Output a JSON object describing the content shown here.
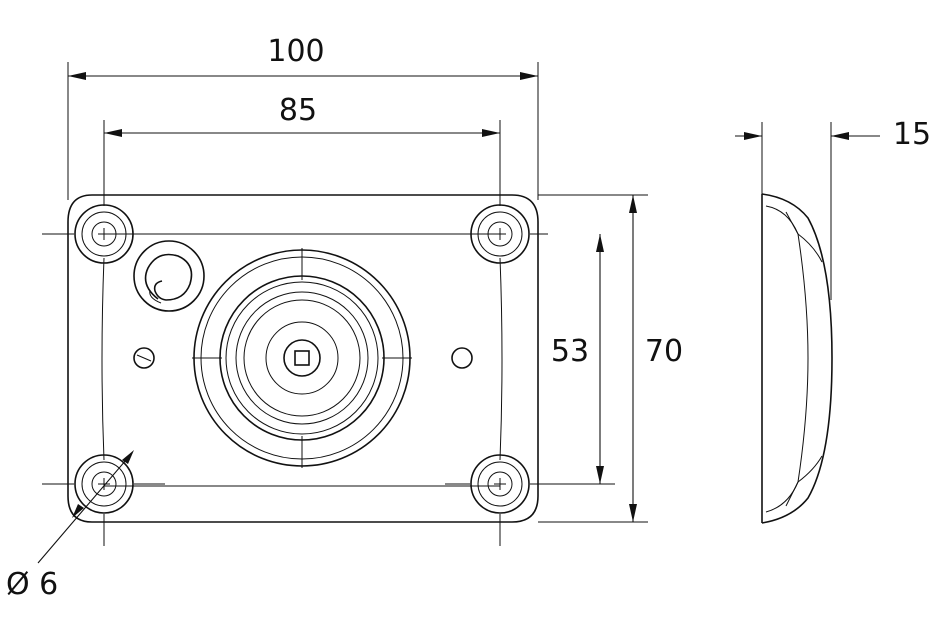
{
  "dimensions": {
    "width_outer": "100",
    "width_holes": "85",
    "height_holes": "53",
    "height_outer": "70",
    "depth": "15",
    "hole_diameter": "Ø 6"
  },
  "colors": {
    "line": "#111111",
    "background": "#ffffff"
  }
}
